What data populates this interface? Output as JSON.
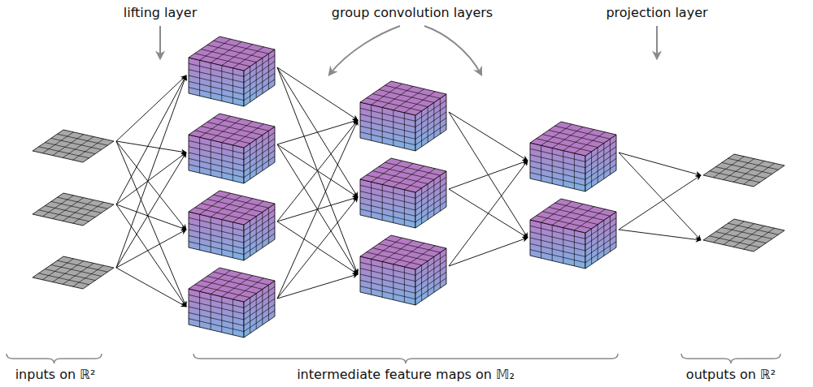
{
  "diagram": {
    "labels": [
      "lifting layer",
      "group convolution layers",
      "projection layer",
      "inputs on ℝ²",
      "intermediate feature maps on 𝕄₂",
      "outputs on ℝ²"
    ]
  }
}
